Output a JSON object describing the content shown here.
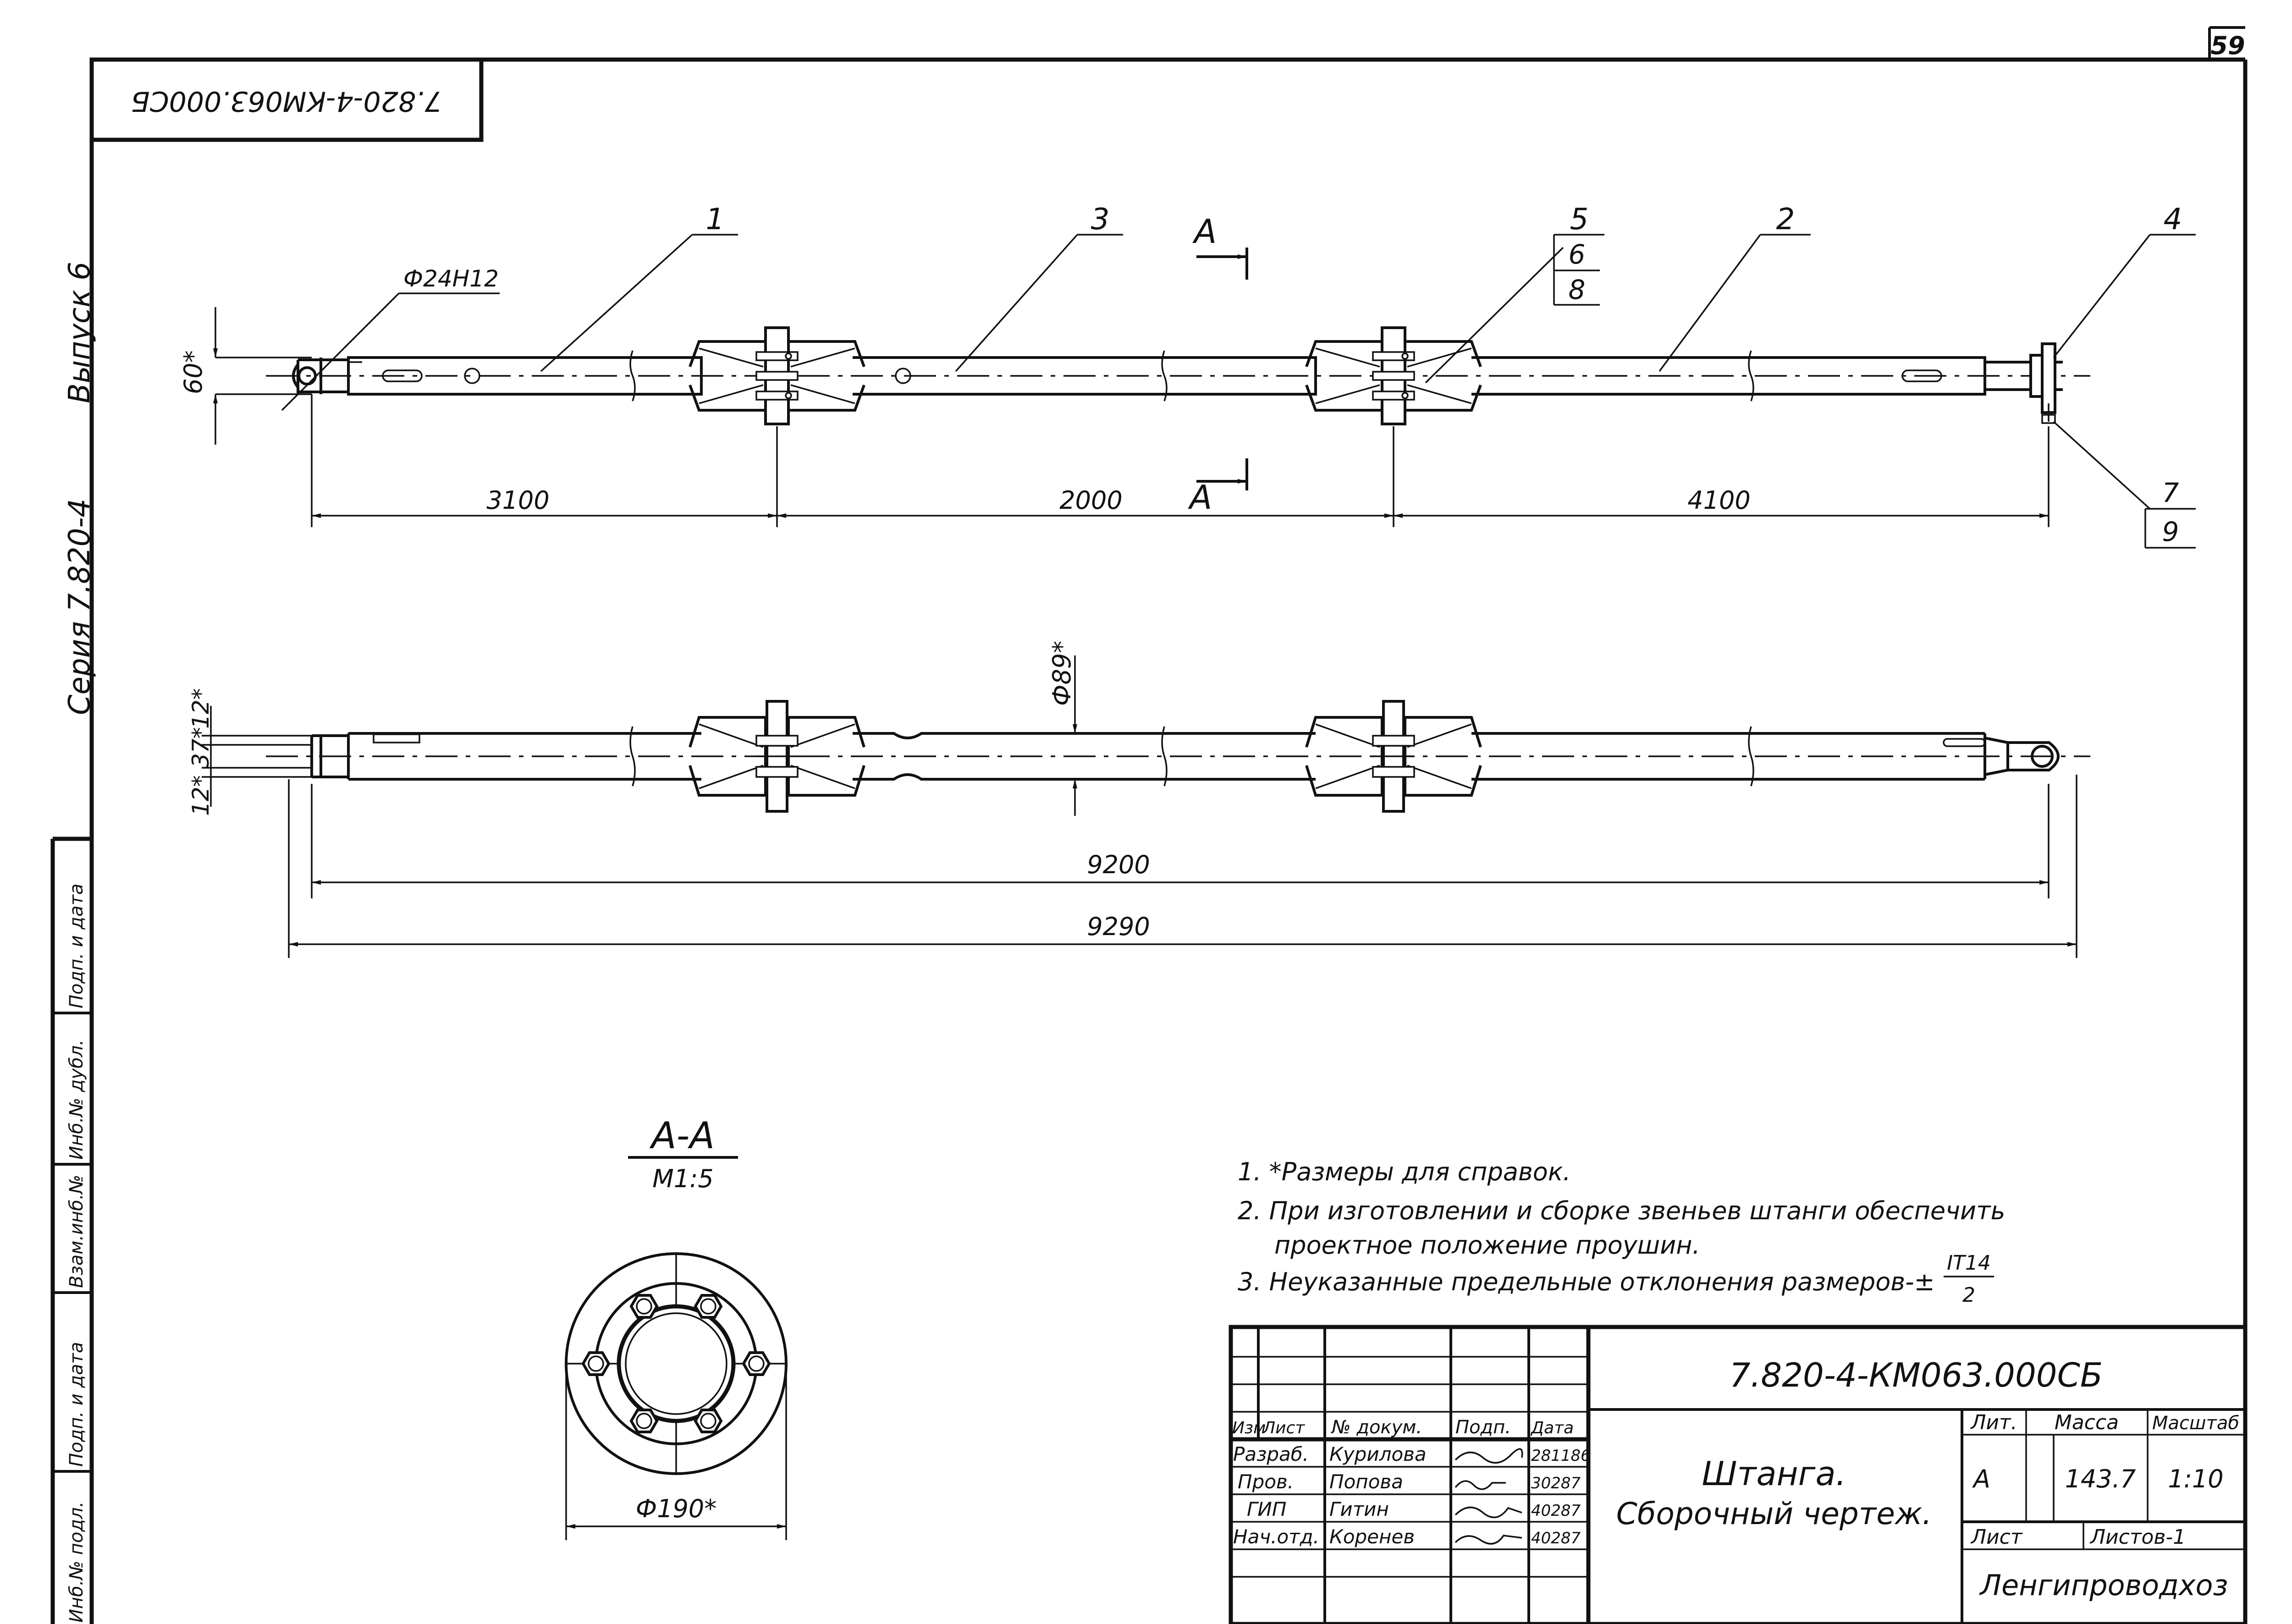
{
  "sheet": {
    "page_number": "59",
    "rotated_stamp": "7.820-4-КМ063.000СБ",
    "side_labels": {
      "series": "Серия 7.820-4",
      "issue": "Выпуск 6"
    }
  },
  "left_strip": {
    "fields": [
      "Инб.№ подл.",
      "Подп. и дата",
      "Взам.инб.№",
      "Инб.№ дубл.",
      "Подп. и дата"
    ]
  },
  "view_top": {
    "part_callouts": [
      "1",
      "3",
      "5",
      "2",
      "4"
    ],
    "fraction_5": {
      "top": "6",
      "bottom": "8"
    },
    "callout_7": {
      "top": "7",
      "bottom": "9"
    },
    "hole_label": "Ф24Н12",
    "section_marker": "А",
    "dim_height": "60*",
    "dims": [
      "3100",
      "2000",
      "4100"
    ]
  },
  "view_bottom": {
    "dim_dia": "Ф89*",
    "dim_left": [
      "12*",
      "37*",
      "12*"
    ],
    "dims": [
      "9200",
      "9290"
    ]
  },
  "section_aa": {
    "title": "А-А",
    "scale": "М1:5",
    "dim_dia": "Ф190*"
  },
  "notes": [
    "1. *Размеры для справок.",
    "2. При изготовлении и сборке звеньев штанги обеспечить",
    "проектное положение проушин.",
    "3. Неуказанные предельные отклонения размеров-±"
  ],
  "tolerance_fraction": {
    "top": "IT14",
    "bottom": "2"
  },
  "title_block": {
    "designation": "7.820-4-КМ063.000СБ",
    "name_line1": "Штанга.",
    "name_line2": "Сборочный чертеж.",
    "head": {
      "izm": "Изм",
      "list": "Лист",
      "doc": "№ докум.",
      "sign": "Подп.",
      "date": "Дата"
    },
    "rows": [
      {
        "role": "Разраб.",
        "name": "Курилова",
        "date": "281186"
      },
      {
        "role": "Пров.",
        "name": "Попова",
        "date": "30287"
      },
      {
        "role": "ГИП",
        "name": "Гитин",
        "date": "40287"
      },
      {
        "role": "Нач.отд.",
        "name": "Коренев",
        "date": "40287"
      }
    ],
    "lit_header": "Лит.",
    "mass_header": "Масса",
    "scale_header": "Масштаб",
    "lit_value": "А",
    "mass_value": "143.7",
    "scale_value": "1:10",
    "sheet_label": "Лист",
    "sheets_label": "Листов-1",
    "organization": "Ленгипроводхоз"
  }
}
